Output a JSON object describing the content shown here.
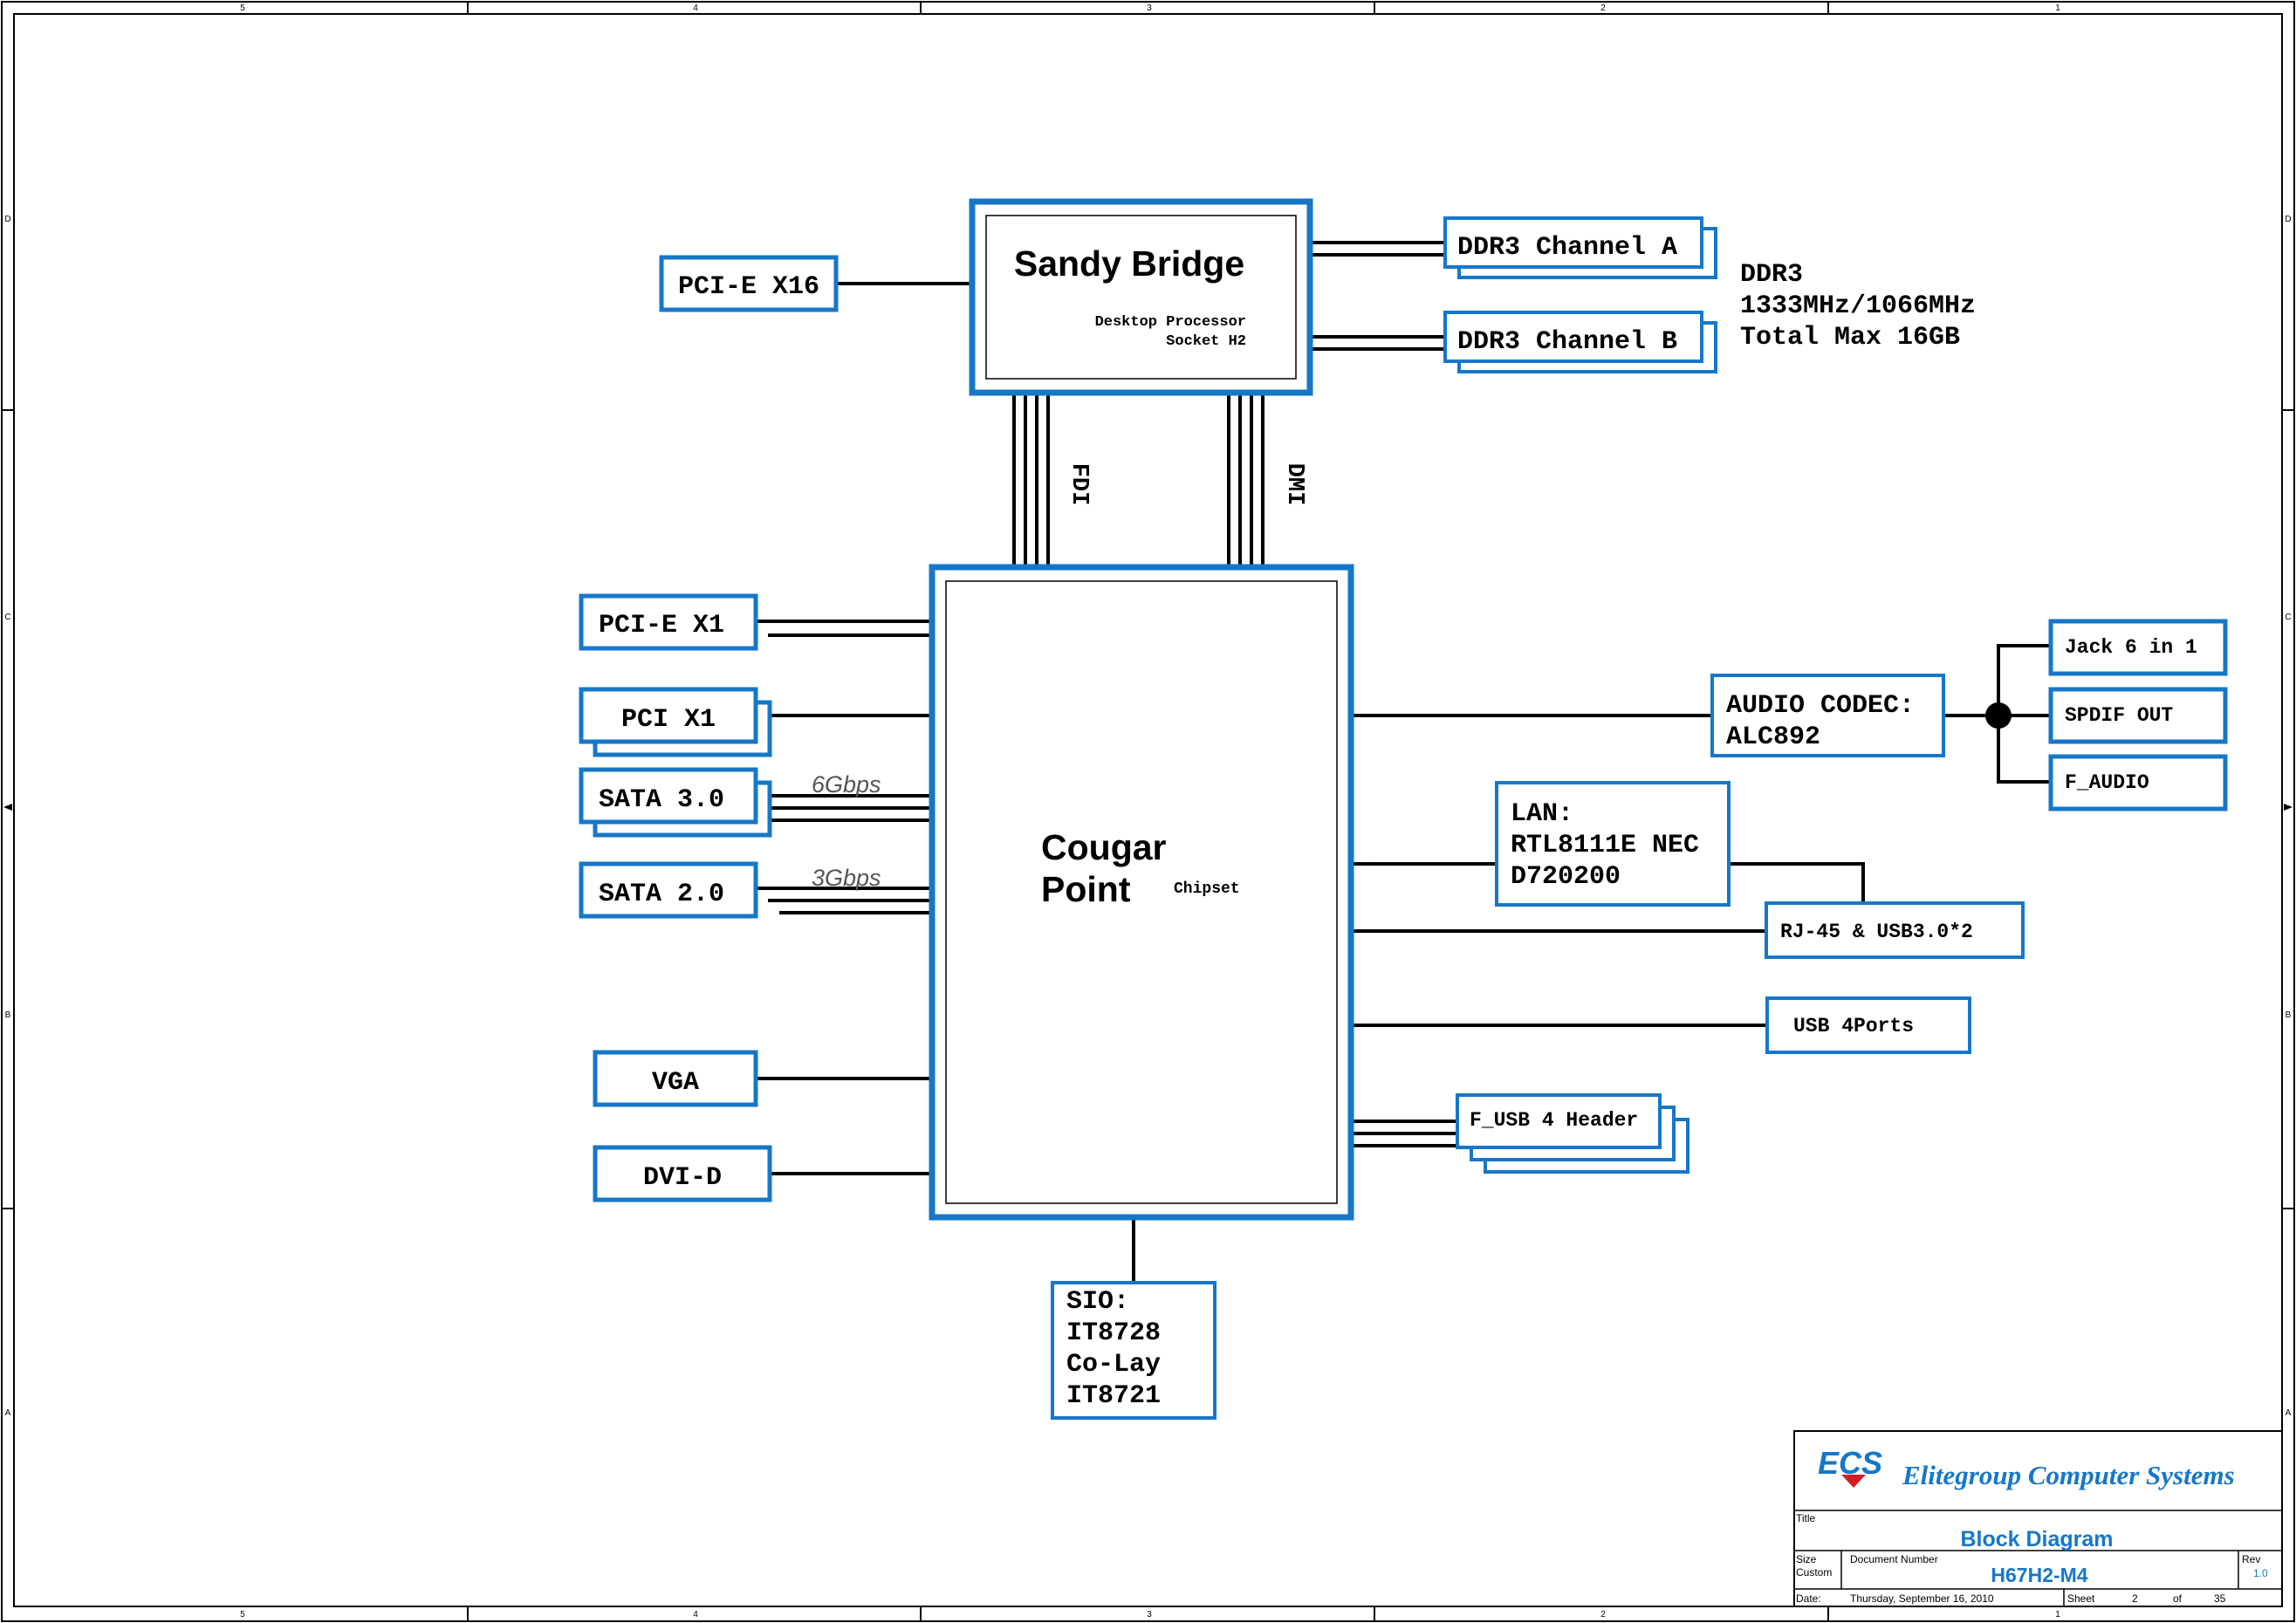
{
  "frame": {
    "col_labels": [
      "5",
      "4",
      "3",
      "2",
      "1"
    ],
    "row_labels": [
      "D",
      "C",
      "B",
      "A"
    ]
  },
  "cpu": {
    "title": "Sandy Bridge",
    "line1": "Desktop Processor",
    "line2": "Socket H2"
  },
  "pch": {
    "title_line1": "Cougar",
    "title_line2": "Point",
    "subtitle": "Chipset"
  },
  "buses": {
    "fdi": "FDI",
    "dmi": "DMI"
  },
  "memory": {
    "channel_a": "DDR3 Channel A",
    "channel_b": "DDR3 Channel B",
    "note_line1": "DDR3",
    "note_line2": "1333MHz/1066MHz",
    "note_line3": "Total Max 16GB"
  },
  "blocks": {
    "pcie_x16": "PCI-E X16",
    "pcie_x1": "PCI-E X1",
    "pci_x1": "PCI X1",
    "sata3": "SATA 3.0",
    "sata3_speed": "6Gbps",
    "sata2": "SATA 2.0",
    "sata2_speed": "3Gbps",
    "vga": "VGA",
    "dvi": "DVI-D",
    "sio_line1": "SIO:",
    "sio_line2": "IT8728",
    "sio_line3": "Co-Lay",
    "sio_line4": "IT8721",
    "audio_line1": "AUDIO CODEC:",
    "audio_line2": "ALC892",
    "jack": "Jack 6 in 1",
    "spdif": "SPDIF OUT",
    "f_audio": "F_AUDIO",
    "lan_line1": "LAN:",
    "lan_line2": "RTL8111E NEC",
    "lan_line3": "D720200",
    "rj45": "RJ-45 & USB3.0*2",
    "usb_ports": "USB 4Ports",
    "f_usb": "F_USB 4 Header"
  },
  "title_block": {
    "company": "Elitegroup Computer Systems",
    "logo": "ECS",
    "title_label": "Title",
    "title": "Block Diagram",
    "size_label": "Size",
    "size_value": "Custom",
    "docnum_label": "Document Number",
    "docnum": "H67H2-M4",
    "rev_label": "Rev",
    "rev": "1.0",
    "date_label": "Date:",
    "date": "Thursday, September 16, 2010",
    "sheet_label": "Sheet",
    "sheet": "2",
    "of_label": "of",
    "total": "35"
  },
  "colors": {
    "accent": "#1677c8",
    "wire": "#000000",
    "logo_red": "#d21f26"
  }
}
